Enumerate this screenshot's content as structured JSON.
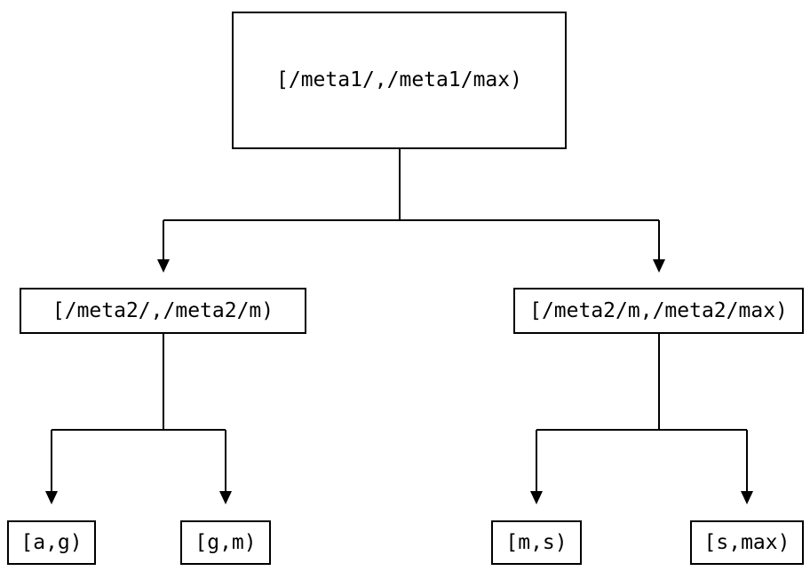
{
  "diagram": {
    "type": "tree",
    "description": "Interval partition tree",
    "colors": {
      "background": "#ffffff",
      "line": "#000000",
      "box_border": "#000000",
      "box_fill": "#ffffff",
      "text": "#000000"
    },
    "icons": {
      "arrowhead": "down-filled-triangle"
    },
    "tree": {
      "root": {
        "label": "[/meta1/,/meta1/max)"
      },
      "level1": [
        {
          "id": "left",
          "label": "[/meta2/,/meta2/m)"
        },
        {
          "id": "right",
          "label": "[/meta2/m,/meta2/max)"
        }
      ],
      "leaves": [
        {
          "id": "ag",
          "label": "[a,g)"
        },
        {
          "id": "gm",
          "label": "[g,m)"
        },
        {
          "id": "ms",
          "label": "[m,s)"
        },
        {
          "id": "smax",
          "label": "[s,max)"
        }
      ]
    },
    "edges": [
      {
        "from": "root",
        "to": "left"
      },
      {
        "from": "root",
        "to": "right"
      },
      {
        "from": "left",
        "to": "ag"
      },
      {
        "from": "left",
        "to": "gm"
      },
      {
        "from": "right",
        "to": "ms"
      },
      {
        "from": "right",
        "to": "smax"
      }
    ]
  }
}
